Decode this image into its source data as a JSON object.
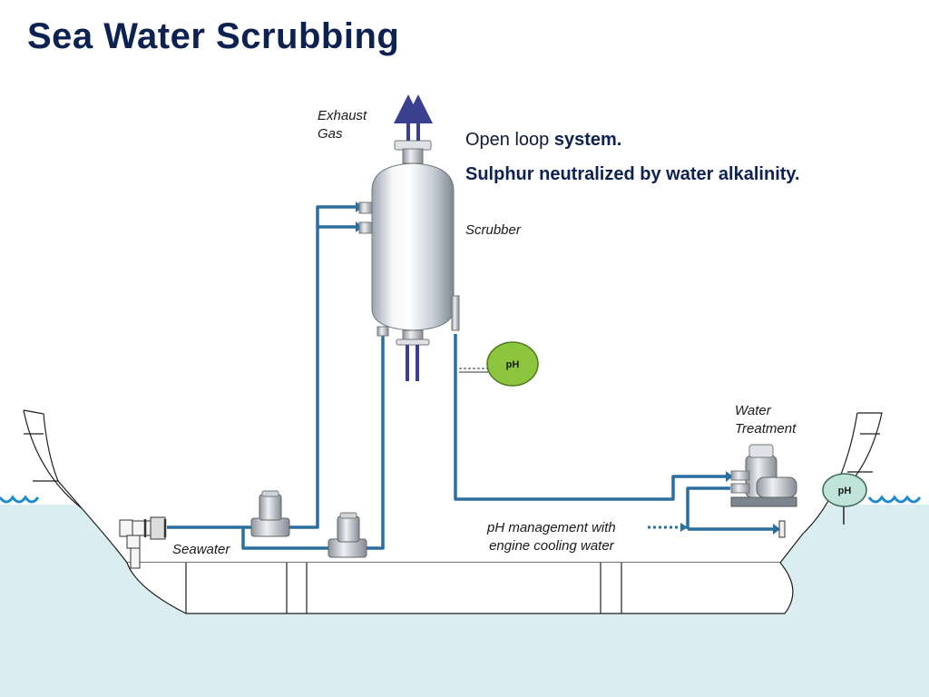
{
  "title": "Sea Water Scrubbing",
  "description": {
    "open_loop_prefix": "Open loop ",
    "open_loop_bold": "system.",
    "sulphur_line": "Sulphur neutralized by water alkalinity."
  },
  "labels": {
    "exhaust_gas_line1": "Exhaust",
    "exhaust_gas_line2": "Gas",
    "scrubber": "Scrubber",
    "water_treatment_line1": "Water",
    "water_treatment_line2": "Treatment",
    "seawater": "Seawater",
    "ph_management_line1": "pH management with",
    "ph_management_line2": "engine cooling water"
  },
  "ph_badges": {
    "scrubber_outlet": "pH",
    "overboard": "pH"
  },
  "colors": {
    "title": "#0d2250",
    "pipe": "#2a6f9e",
    "exhaust_arrows": "#3a3f8f",
    "sea": "#daedf0",
    "ph_green": "#8cc63e",
    "ph_light": "#bfe3d8"
  }
}
